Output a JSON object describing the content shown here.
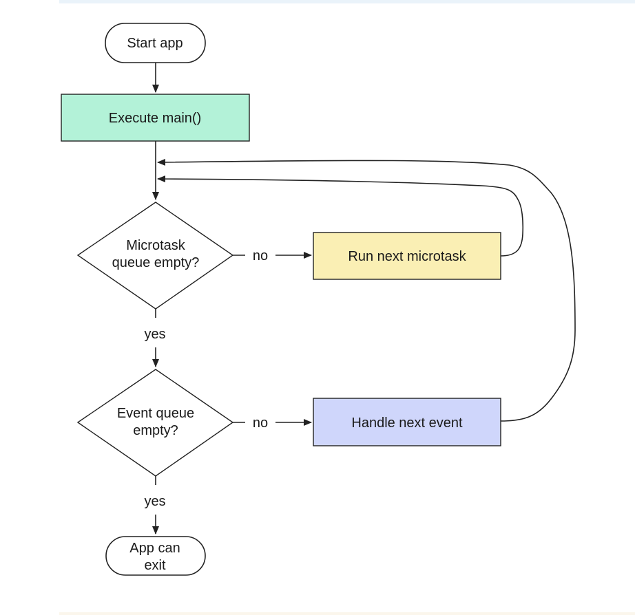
{
  "diagram": {
    "start": "Start app",
    "execute_main": "Execute main()",
    "microtask_check_line1": "Microtask",
    "microtask_check_line2": "queue empty?",
    "run_microtask": "Run next microtask",
    "event_check_line1": "Event queue",
    "event_check_line2": "empty?",
    "handle_event": "Handle next event",
    "end_line1": "App can",
    "end_line2": "exit",
    "label_no": "no",
    "label_yes": "yes"
  },
  "colors": {
    "execute_main_fill": "#b3f2d8",
    "run_microtask_fill": "#faefb4",
    "handle_event_fill": "#cfd6fb",
    "stroke": "#222222"
  }
}
